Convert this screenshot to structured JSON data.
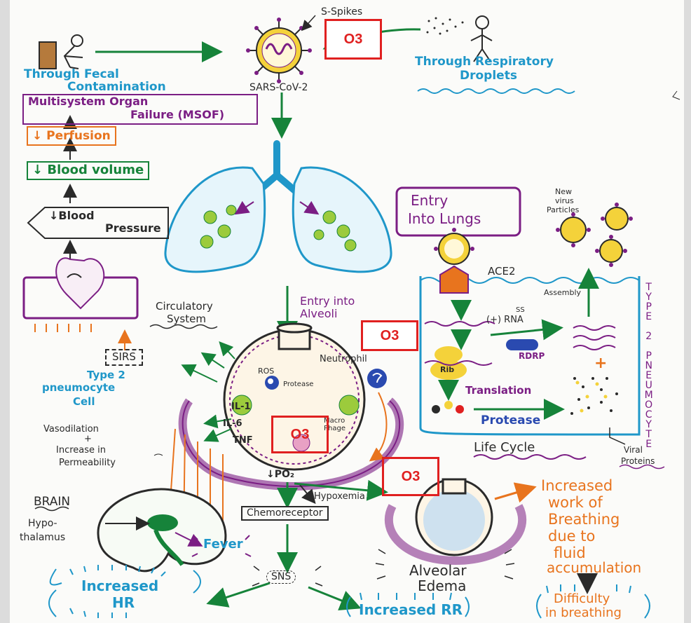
{
  "overlays": {
    "o3_label": "O3"
  },
  "virus": {
    "spikes_label": "S-Spikes",
    "name": "SARS-CoV-2"
  },
  "routes": {
    "fecal": "Through Fecal Contamination",
    "fecal_line1": "Through Fecal",
    "fecal_line2": "Contamination",
    "droplets_line1": "Through Respiratory",
    "droplets_line2": "Droplets"
  },
  "left_chain": {
    "msof_line1": "Multisystem Organ",
    "msof_line2": "Failure (MSOF)",
    "perfusion": "↓ Perfusion",
    "blood_volume": "↓ Blood volume",
    "bp_line1": "↓Blood",
    "bp_line2": "Pressure",
    "circulatory_line1": "Circulatory",
    "circulatory_line2": "System",
    "sirs": "SIRS"
  },
  "lungs": {
    "entry_line1": "Entry into",
    "entry_line2": "Alveoli"
  },
  "alveolus": {
    "ros": "ROS",
    "protease": "Protease",
    "neutrophil": "Neutrophil",
    "il1": "IL-1",
    "il6": "IL-6",
    "tnf": "TNF",
    "macrophage_line1": "Macro",
    "macrophage_line2": "Phage",
    "type2_line1": "Type 2",
    "type2_line2": "pneumocyte",
    "type2_line3": "Cell",
    "vaso_line1": "Vasodilation",
    "vaso_line2": "+",
    "vaso_line3": "Increase in",
    "vaso_line4": "Permeability",
    "po2": "↓PO₂",
    "hypoxemia": "Hypoxemia",
    "chemoreceptor": "Chemoreceptor"
  },
  "entry_panel": {
    "title_line1": "Entry",
    "title_line2": "Into Lungs",
    "new_virus_line1": "New",
    "new_virus_line2": "virus",
    "new_virus_line3": "Particles",
    "ace2": "ACE2",
    "assembly": "Assembly",
    "ss": "SS",
    "rna": "(+) RNA",
    "rdrp": "RDRP",
    "rib": "Rib",
    "translation": "Translation",
    "protease": "Protease",
    "type2_vertical": "TYPE 2 PNEUMOCYTE",
    "life_cycle": "Life Cycle",
    "viral_line1": "Viral",
    "viral_line2": "Proteins"
  },
  "brain": {
    "title": "BRAIN",
    "hypo_line1": "Hypo-",
    "hypo_line2": "thalamus",
    "fever": "Fever"
  },
  "bottom": {
    "sns": "SNS",
    "increased_hr_line1": "Increased",
    "increased_hr_line2": "HR",
    "increased_rr": "Increased RR",
    "edema_line1": "Alveolar",
    "edema_line2": "Edema",
    "work_line1": "Increased",
    "work_line2": "work of",
    "work_line3": "Breathing",
    "work_line4": "due to",
    "work_line5": "fluid",
    "work_line6": "accumulation",
    "difficulty_line1": "Difficulty",
    "difficulty_line2": "in breathing"
  },
  "colors": {
    "blue": "#1f97c9",
    "purple": "#7b1e84",
    "orange": "#e8741e",
    "green": "#16833a",
    "red_box": "#e02020"
  }
}
